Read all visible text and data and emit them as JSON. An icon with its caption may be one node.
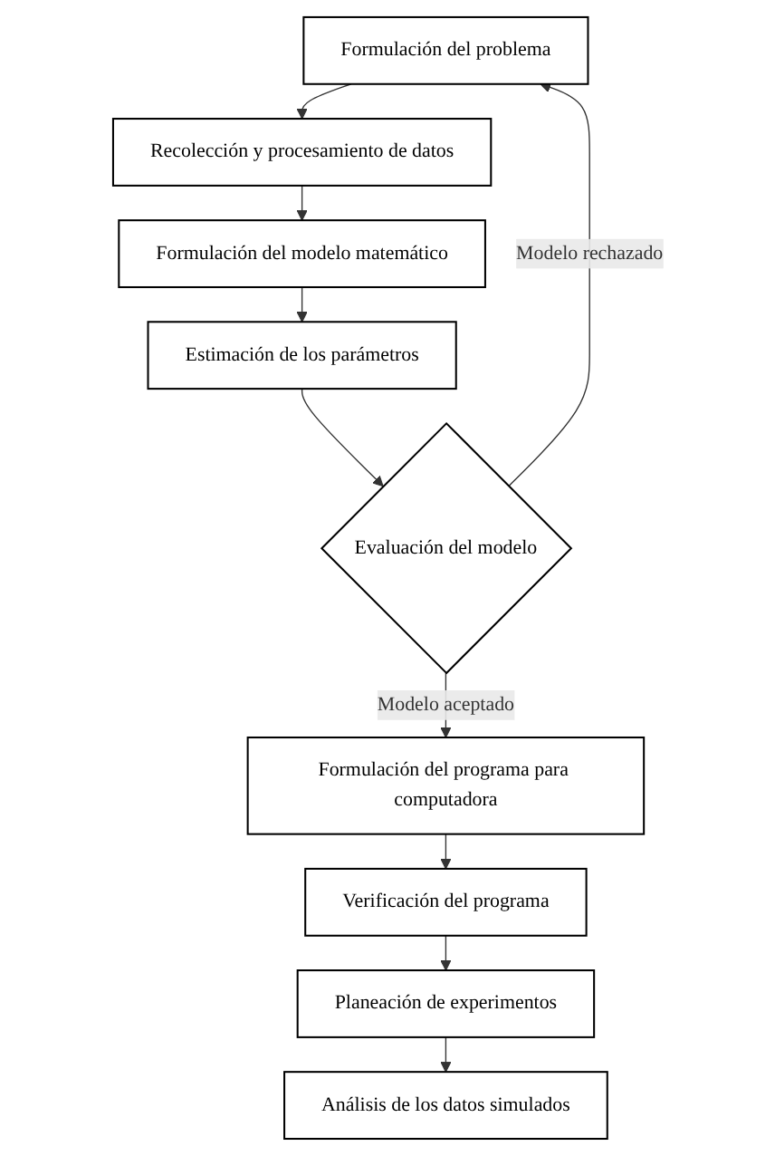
{
  "diagram": {
    "nodes": [
      {
        "text": [
          "Formulación del problema"
        ]
      },
      {
        "text": [
          "Recolección y procesamiento de datos"
        ]
      },
      {
        "text": [
          "Formulación del modelo matemático"
        ]
      },
      {
        "text": [
          "Estimación de los parámetros"
        ]
      },
      {
        "text": [
          "Evaluación del modelo"
        ]
      },
      {
        "text": [
          "Formulación del programa para computadora"
        ]
      },
      {
        "text": [
          "Verificación del programa"
        ]
      },
      {
        "text": [
          "Planeación de experimentos"
        ]
      },
      {
        "text": [
          "Análisis de los datos simulados"
        ]
      }
    ],
    "edges": [
      {
        "from": 0,
        "to": 1,
        "arrow": "to"
      },
      {
        "from": 1,
        "to": 2,
        "arrow": "to"
      },
      {
        "from": 2,
        "to": 3,
        "arrow": "to"
      },
      {
        "from": 3,
        "to": 4,
        "arrow": "to"
      },
      {
        "from": 4,
        "to": 0,
        "arrow": "to",
        "label": "Modelo rechazado"
      },
      {
        "from": 4,
        "to": 5,
        "arrow": "to",
        "label": "Modelo aceptado"
      },
      {
        "from": 5,
        "to": 6,
        "arrow": "to"
      },
      {
        "from": 6,
        "to": 7,
        "arrow": "to"
      },
      {
        "from": 7,
        "to": 8,
        "arrow": "to"
      }
    ]
  }
}
